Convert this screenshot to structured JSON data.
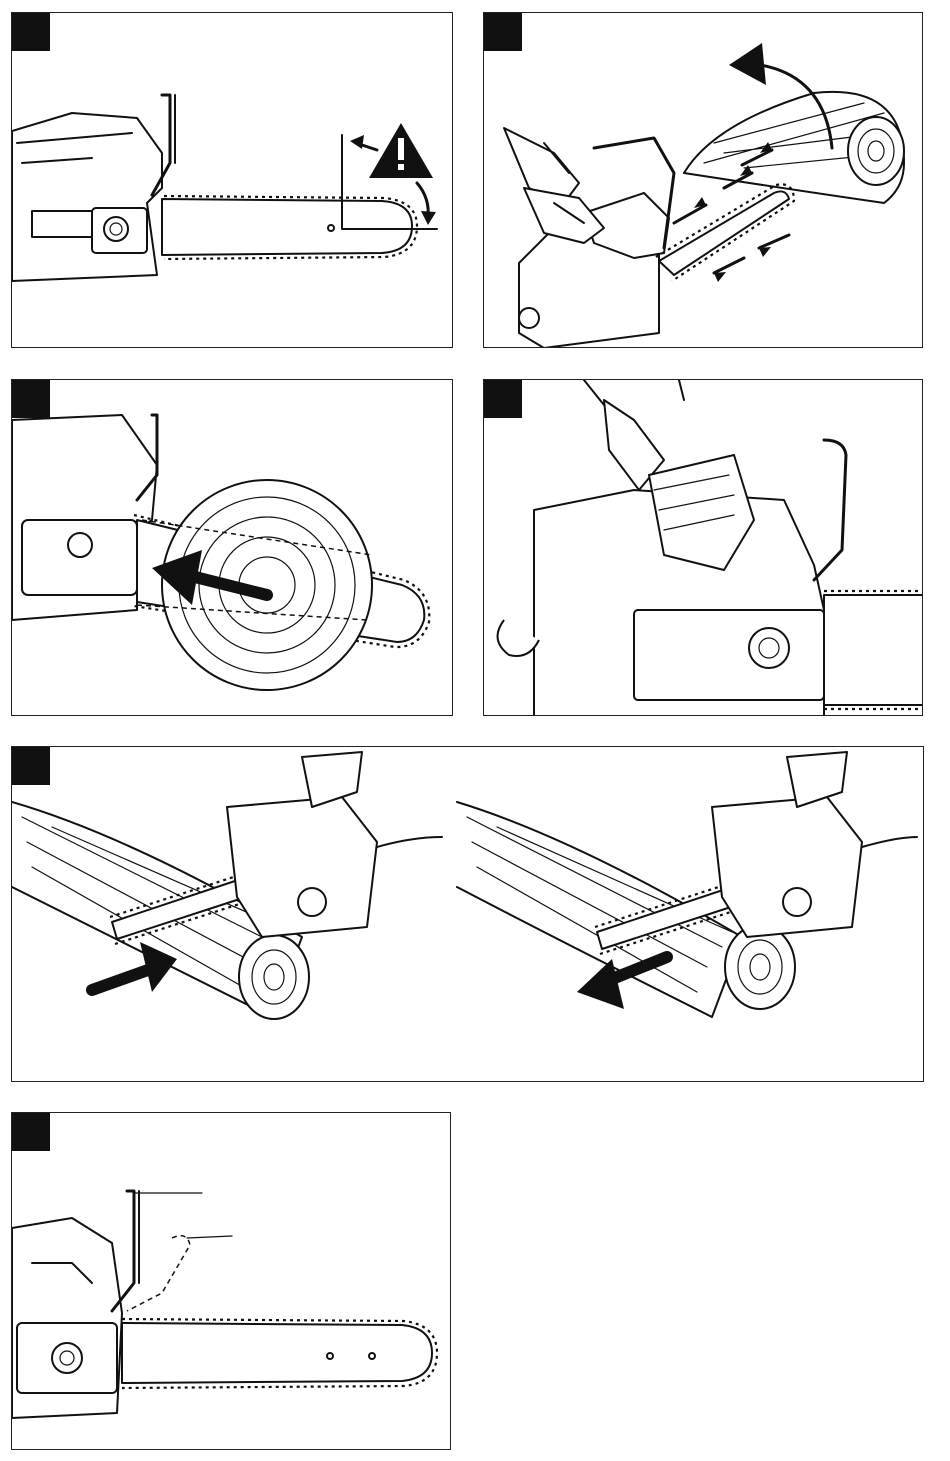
{
  "panels": [
    {
      "id": "p1",
      "badge": "",
      "icon": "warning-triangle-icon"
    },
    {
      "id": "p2",
      "badge": "",
      "icon": "curved-arrow-icon"
    },
    {
      "id": "p3",
      "badge": "",
      "icon": "left-arrow-icon"
    },
    {
      "id": "p4",
      "badge": "",
      "icon": "glove-icon"
    },
    {
      "id": "p5",
      "badge": "",
      "icon": "right-arrow-icon"
    },
    {
      "id": "p6",
      "badge": "",
      "icon": "chain-brake-icon"
    }
  ],
  "colors": {
    "ink": "#111111",
    "paper": "#ffffff"
  }
}
